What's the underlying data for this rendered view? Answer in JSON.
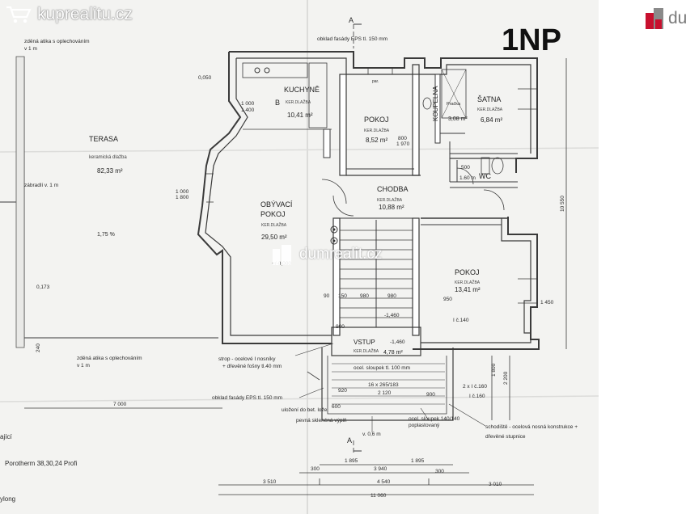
{
  "floor": "1NP",
  "watermarks": {
    "top": "kuprealitu.cz",
    "center": "dumrealit.cz",
    "right": "du"
  },
  "rooms": {
    "terasa": {
      "name": "TERASA",
      "material": "keramická dlažba",
      "area": "82,33 m²"
    },
    "kuchyne": {
      "name": "KUCHYNĚ",
      "material": "KER.DLAŽBA",
      "area": "10,41 m²"
    },
    "pokoj1": {
      "name": "POKOJ",
      "material": "KER.DLAŽBA",
      "area": "8,52 m²"
    },
    "koupelna": {
      "name": "KOUPELNA",
      "area": "3,08 m²"
    },
    "satna": {
      "name": "ŠATNA",
      "material": "KER.DLAŽBA",
      "area": "6,84 m²"
    },
    "obyvaci": {
      "name1": "OBÝVACÍ",
      "name2": "POKOJ",
      "material": "KER.DLAŽBA",
      "area": "29,50 m²"
    },
    "chodba": {
      "name": "CHODBA",
      "material": "KER.DLAŽBA",
      "area": "10,88 m²"
    },
    "pokoj2": {
      "name": "POKOJ",
      "material": "KER.DLAŽBA",
      "area": "13,41 m²"
    },
    "vstup": {
      "name": "VSTUP",
      "material": "KER.DLAŽBA",
      "area": "4,78 m²"
    },
    "wc": {
      "name": "WC"
    }
  },
  "labels": {
    "section_a": "A",
    "attic_top1": "zděná atika s oplechováním",
    "attic_top2": "v 1 m",
    "facade_top": "obklad fasády EPS tl. 150 mm",
    "level_top": "0,050",
    "slope": "1,75 %",
    "railing": "zábradlí v. 1 m",
    "level_left": "0,173",
    "level_zero": "+/-0,000",
    "level_stair": "-1,460",
    "level_vstup": "-1,460",
    "attic_bottom1": "zděná atika s oplechováním",
    "attic_bottom2": "v 1 m",
    "roof1": "strop - ocelové I nosníky",
    "roof2": "+ dřevěné fošny tl.40 mm",
    "column": "ocel. sloupek tl. 100 mm",
    "steps": "16 x 265/183",
    "facade_bottom": "obklad fasády EPS tl. 150 mm",
    "laying": "uložení do bet. lože",
    "glass": "pevná skleněná výplň",
    "column2a": "ocel. sloupek 140/140",
    "column2b": "poplastovaný",
    "stairs2a": "schodiště - ocelová nosná konstrukce +",
    "stairs2b": "dřevěné stupnice",
    "height": "v. 0,6 m",
    "left_text1": "ající",
    "left_text2": "Porotherm 38,30,24 Profi",
    "left_text3": "ylong",
    "letter_b": "B",
    "lintel": "I č.140",
    "lintel2": "2 x I č.160",
    "lintel3": "I č.160",
    "washer": "Pračka",
    "door_label": "1.60 m",
    "par": "par."
  },
  "dimensions": {
    "d7000": "7 000",
    "d1895a": "1 895",
    "d3940": "3 940",
    "d1895b": "1 895",
    "d300a": "300",
    "d300b": "300",
    "d3510": "3 510",
    "d4540": "4 540",
    "d3010": "3 010",
    "d11060": "11 060",
    "d10550": "10 550",
    "d2200": "2 200",
    "d1800": "1 800",
    "d90": "90",
    "d150": "150",
    "d980a": "980",
    "d980b": "980",
    "d950": "950",
    "d920": "920",
    "d900a": "900",
    "d900b": "900",
    "d2120": "2 120",
    "d600": "600",
    "d1000": "1 000",
    "d1400": "1 400",
    "d1800b": "1 800",
    "d1970": "1 970",
    "d800": "800",
    "d500": "500",
    "d240": "240",
    "d1000b": "1 000",
    "d1450": "1 450"
  }
}
